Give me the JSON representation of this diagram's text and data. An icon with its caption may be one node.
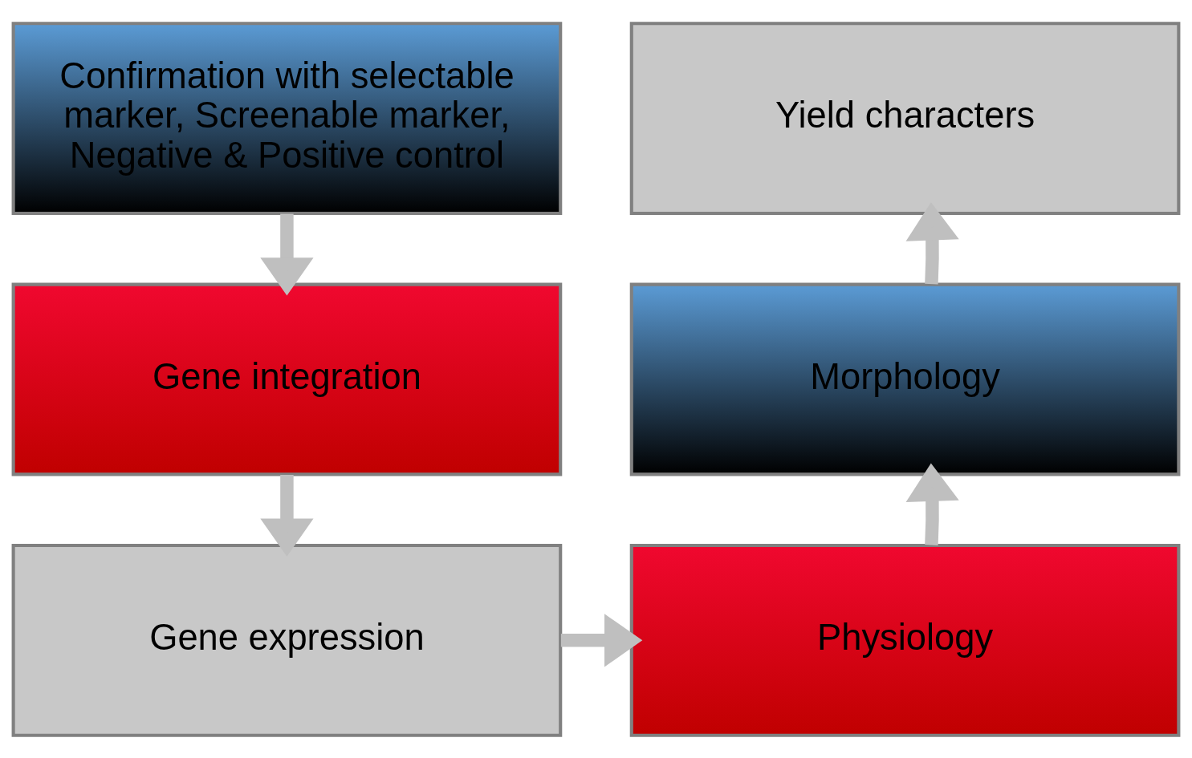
{
  "diagram": {
    "nodes": [
      {
        "text": [
          "Confirmation with selectable marker, Screenable marker, Negative & Positive control"
        ]
      },
      {
        "text": [
          "Gene integration"
        ]
      },
      {
        "text": [
          "Gene expression"
        ]
      },
      {
        "text": [
          "Physiology"
        ]
      },
      {
        "text": [
          "Morphology"
        ]
      },
      {
        "text": [
          "Yield characters"
        ]
      }
    ],
    "edges": [
      {
        "from": 0,
        "to": 1,
        "arrow": "to"
      },
      {
        "from": 1,
        "to": 2,
        "arrow": "to"
      },
      {
        "from": 2,
        "to": 3,
        "arrow": "to"
      },
      {
        "from": 3,
        "to": 4,
        "arrow": "to"
      },
      {
        "from": 4,
        "to": 5,
        "arrow": "to"
      }
    ]
  }
}
